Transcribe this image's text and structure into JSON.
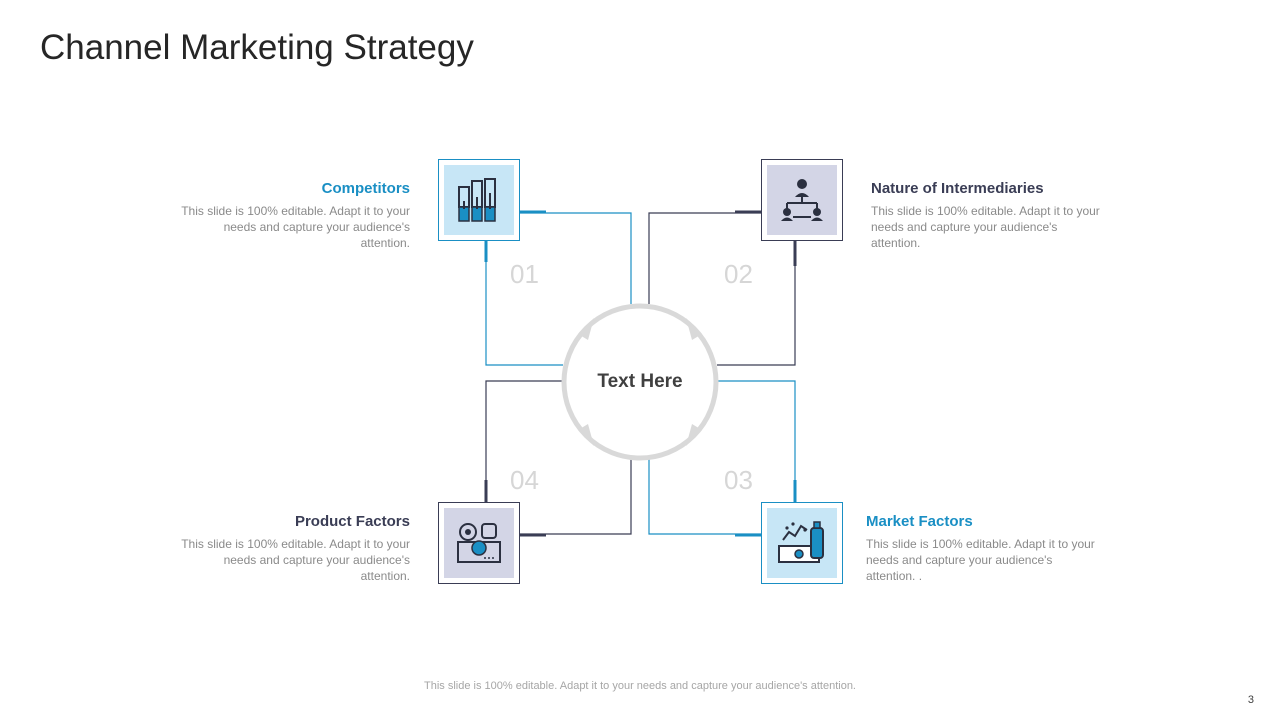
{
  "title": "Channel Marketing Strategy",
  "center_label": "Text Here",
  "colors": {
    "blue": "#1a8fc4",
    "navy": "#3a3d55",
    "light_blue": "#c7e6f6",
    "lavender": "#d3d5e6",
    "ring": "#d9d9d9"
  },
  "items": [
    {
      "number": "01",
      "heading": "Competitors",
      "text": "This slide is 100% editable. Adapt it to your needs and capture your audience's attention.",
      "icon": "competitors-icon"
    },
    {
      "number": "02",
      "heading": "Nature of Intermediaries",
      "text": "This slide is 100% editable. Adapt it to your needs and capture your audience's attention.",
      "icon": "hierarchy-icon"
    },
    {
      "number": "03",
      "heading": "Market Factors",
      "text": "This slide is 100% editable. Adapt it to your needs and capture your audience's attention. .",
      "icon": "money-icon"
    },
    {
      "number": "04",
      "heading": "Product Factors",
      "text": "This slide is 100% editable. Adapt it to your needs and capture your audience's attention.",
      "icon": "product-icon"
    }
  ],
  "footer": "This slide is 100% editable. Adapt it to your needs and capture your audience's attention.",
  "page_number": "3"
}
